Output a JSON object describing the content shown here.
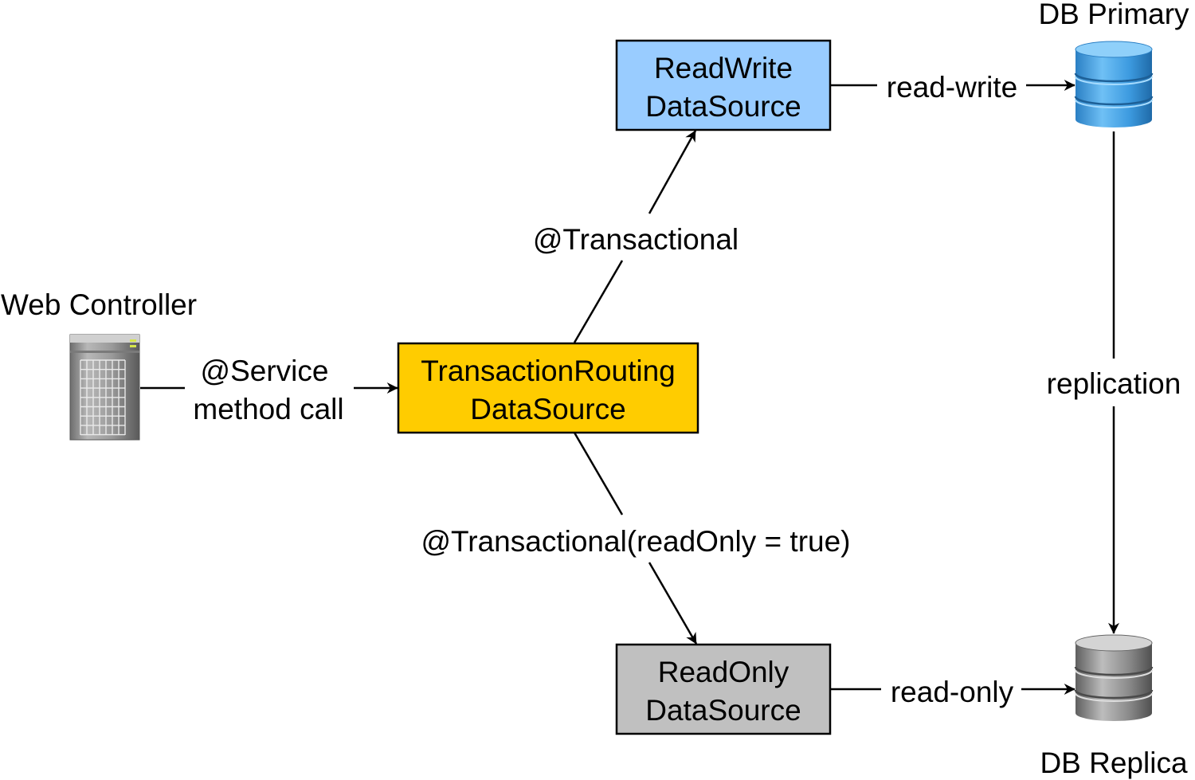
{
  "nodes": {
    "web_controller": {
      "label": "Web Controller"
    },
    "routing": {
      "line1": "TransactionRouting",
      "line2": "DataSource",
      "color": "#FFCC00"
    },
    "readwrite": {
      "line1": "ReadWrite",
      "line2": "DataSource",
      "color": "#99CCFF"
    },
    "readonly": {
      "line1": "ReadOnly",
      "line2": "DataSource",
      "color": "#C0C0C0"
    },
    "db_primary": {
      "label": "DB Primary",
      "color": "#3D9BE0"
    },
    "db_replica": {
      "label": "DB Replica",
      "color": "#8A8A8A"
    }
  },
  "edges": {
    "service_call": {
      "line1": "@Service",
      "line2": "method call"
    },
    "transactional": {
      "label": "@Transactional"
    },
    "transactional_readonly": {
      "label": "@Transactional(readOnly = true)"
    },
    "read_write": {
      "label": "read-write"
    },
    "read_only": {
      "label": "read-only"
    },
    "replication": {
      "label": "replication"
    }
  }
}
